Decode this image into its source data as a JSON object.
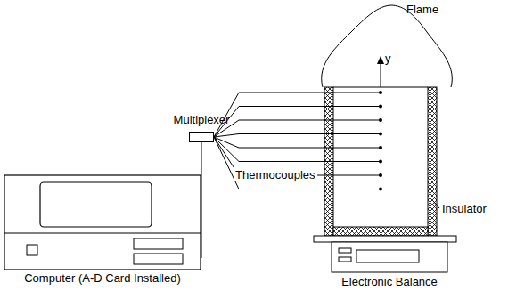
{
  "diagram": {
    "nodes": [
      {
        "text": [
          "Computer (A-D Card Installed)"
        ]
      },
      {
        "text": [
          "Multiplexer"
        ]
      }
    ],
    "edges": [
      {
        "from": 0,
        "to": 1,
        "arrow": "none"
      }
    ],
    "labels": [
      "Flame",
      "y",
      "Thermocouples",
      "Insulator",
      "Electronic Balance"
    ]
  }
}
